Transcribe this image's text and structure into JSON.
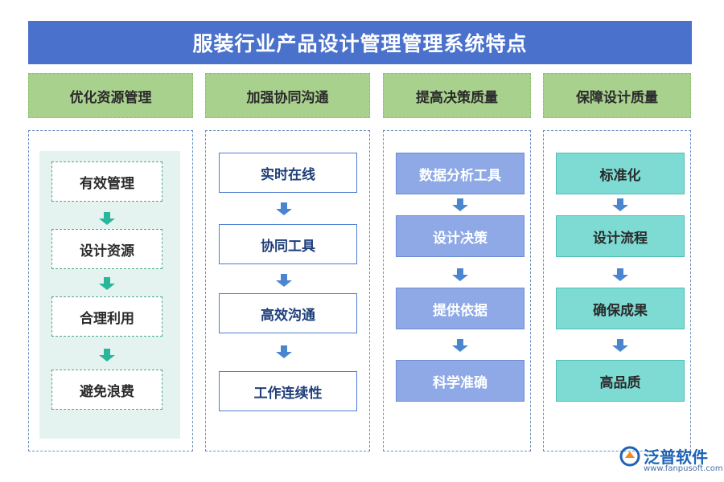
{
  "title": "服装行业产品设计管理管理系统特点",
  "columns": [
    {
      "header": "优化资源管理",
      "items": [
        "有效管理",
        "设计资源",
        "合理利用",
        "避免浪费"
      ]
    },
    {
      "header": "加强协同沟通",
      "items": [
        "实时在线",
        "协同工具",
        "高效沟通",
        "工作连续性"
      ]
    },
    {
      "header": "提高决策质量",
      "items": [
        "数据分析工具",
        "设计决策",
        "提供依据",
        "科学准确"
      ]
    },
    {
      "header": "保障设计质量",
      "items": [
        "标准化",
        "设计流程",
        "确保成果",
        "高品质"
      ]
    }
  ],
  "logo": {
    "name": "泛普软件",
    "url": "www.fanpusoft.com",
    "icon": "fanpu-logo-icon"
  },
  "colors": {
    "title_bg": "#4a72cc",
    "header_bg": "#a9d18e",
    "col1_inner_bg": "#e4f3ef",
    "col3_node_bg": "#8ea9e6",
    "col4_node_bg": "#7ddbd3",
    "arrow_green": "#2ab69a",
    "arrow_blue": "#4a86cf"
  }
}
